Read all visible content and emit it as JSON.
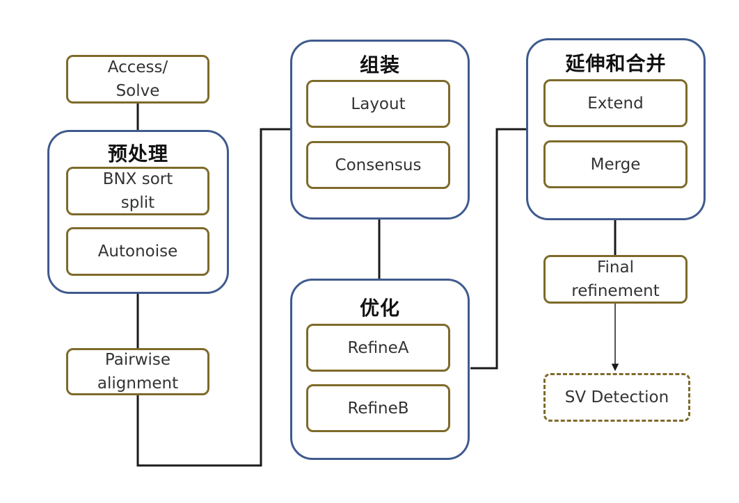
{
  "nodes": {
    "access_solve": "Access/\nSolve",
    "bnx_sort_split": "BNX sort\nsplit",
    "autonoise": "Autonoise",
    "pairwise_alignment": "Pairwise\nalignment",
    "layout": "Layout",
    "consensus": "Consensus",
    "refine_a": "RefineA",
    "refine_b": "RefineB",
    "extend": "Extend",
    "merge": "Merge",
    "final_refinement": "Final\nrefinement",
    "sv_detection": "SV Detection"
  },
  "groups": {
    "preprocessing": "预处理",
    "assembly": "组装",
    "optimization": "优化",
    "extend_merge": "延伸和合并"
  },
  "colors": {
    "group_border": "#3f5a8e",
    "box_border": "#7d6a2a",
    "connector": "#1a1a1a"
  }
}
